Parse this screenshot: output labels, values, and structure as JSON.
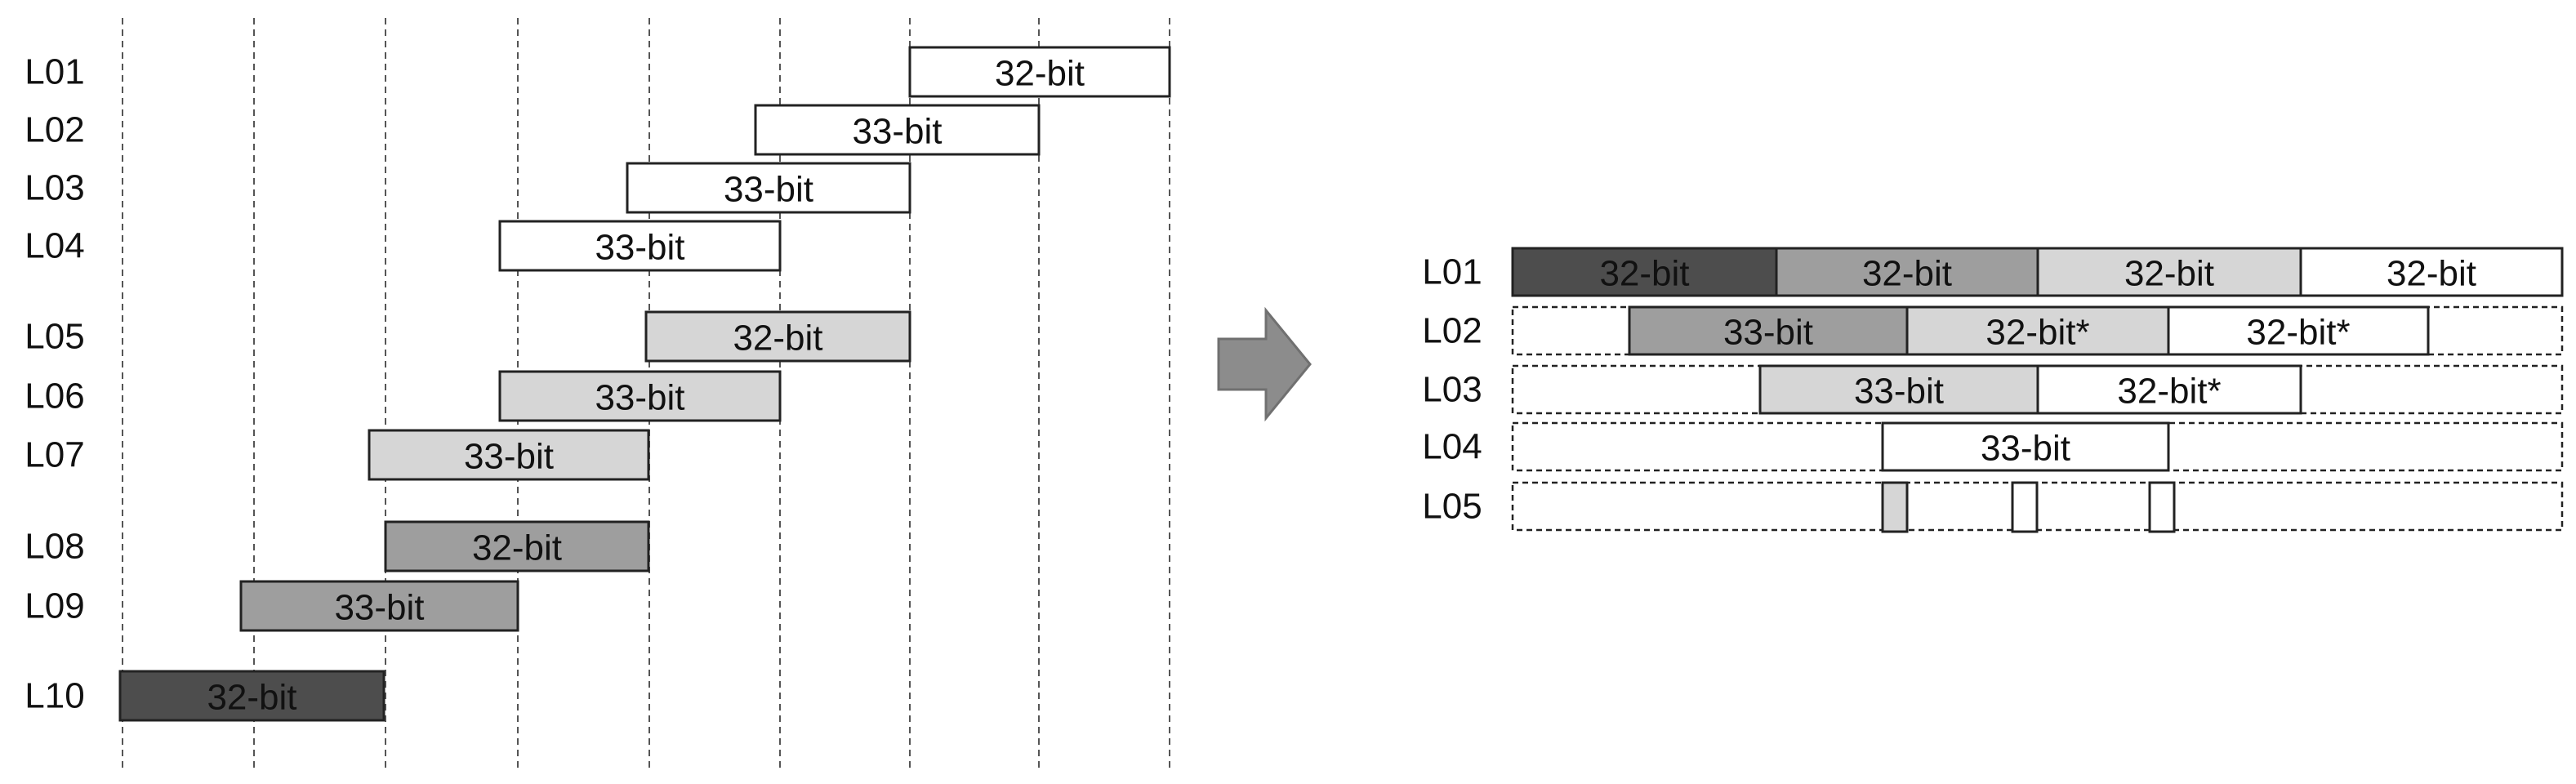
{
  "colors": {
    "white": "#ffffff",
    "light": "#d6d6d6",
    "mid": "#9e9e9e",
    "dark": "#4d4d4d",
    "stroke": "#222222",
    "arrow": "#8c8c8c",
    "arrow_stroke": "#707070"
  },
  "left": {
    "rows": [
      {
        "label": "L01",
        "block": {
          "text": "32-bit",
          "shade": "white"
        }
      },
      {
        "label": "L02",
        "block": {
          "text": "33-bit",
          "shade": "white"
        }
      },
      {
        "label": "L03",
        "block": {
          "text": "33-bit",
          "shade": "white"
        }
      },
      {
        "label": "L04",
        "block": {
          "text": "33-bit",
          "shade": "white"
        }
      },
      {
        "label": "L05",
        "block": {
          "text": "32-bit",
          "shade": "light"
        }
      },
      {
        "label": "L06",
        "block": {
          "text": "33-bit",
          "shade": "light"
        }
      },
      {
        "label": "L07",
        "block": {
          "text": "33-bit",
          "shade": "light"
        }
      },
      {
        "label": "L08",
        "block": {
          "text": "32-bit",
          "shade": "mid"
        }
      },
      {
        "label": "L09",
        "block": {
          "text": "33-bit",
          "shade": "mid"
        }
      },
      {
        "label": "L10",
        "block": {
          "text": "32-bit",
          "shade": "dark"
        }
      }
    ]
  },
  "right": {
    "rows": [
      {
        "label": "L01",
        "segments": [
          {
            "text": "32-bit",
            "shade": "dark"
          },
          {
            "text": "32-bit",
            "shade": "mid"
          },
          {
            "text": "32-bit",
            "shade": "light"
          },
          {
            "text": "32-bit",
            "shade": "white"
          }
        ]
      },
      {
        "label": "L02",
        "segments": [
          {
            "text": "33-bit",
            "shade": "mid"
          },
          {
            "text": "32-bit*",
            "shade": "light"
          },
          {
            "text": "32-bit*",
            "shade": "white"
          }
        ]
      },
      {
        "label": "L03",
        "segments": [
          {
            "text": "33-bit",
            "shade": "light"
          },
          {
            "text": "32-bit*",
            "shade": "white"
          }
        ]
      },
      {
        "label": "L04",
        "segments": [
          {
            "text": "33-bit",
            "shade": "white"
          }
        ]
      },
      {
        "label": "L05",
        "segments": [
          {
            "text": "",
            "shade": "light"
          },
          {
            "text": "",
            "shade": "white"
          },
          {
            "text": "",
            "shade": "white"
          }
        ]
      }
    ]
  }
}
